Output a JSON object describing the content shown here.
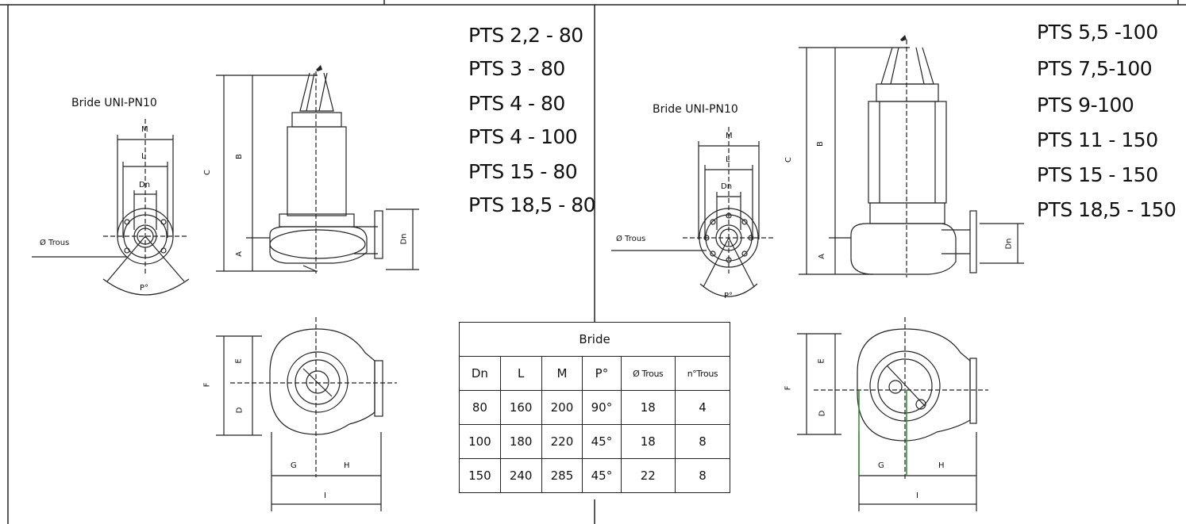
{
  "left_panel": {
    "flange_title": "Bride  UNI-PN10",
    "models": [
      "PTS 2,2 - 80",
      "PTS 3 - 80",
      "PTS 4 - 80",
      "PTS 4 - 100",
      "PTS 15 - 80",
      "PTS 18,5 - 80"
    ],
    "labels": {
      "m": "M",
      "l": "L",
      "dn": "Dn",
      "trous": "Ø Trous",
      "p": "P°",
      "a": "A",
      "b": "B",
      "c": "C",
      "dn_side": "Dn",
      "d": "D",
      "e": "E",
      "f": "F",
      "g": "G",
      "h": "H",
      "i": "I"
    }
  },
  "right_panel": {
    "flange_title": "Bride  UNI-PN10",
    "models": [
      "PTS 5,5 -100",
      "PTS 7,5-100",
      "PTS  9-100",
      "PTS 11 - 150",
      "PTS 15 - 150",
      "PTS 18,5 - 150"
    ],
    "labels": {
      "m": "M",
      "l": "L",
      "dn": "Dn",
      "trous": "Ø Trous",
      "p": "P°",
      "a": "A",
      "b": "B",
      "c": "C",
      "dn_side": "Dn",
      "d": "D",
      "e": "E",
      "f": "F",
      "g": "G",
      "h": "H",
      "i": "I"
    }
  },
  "bride_table": {
    "title": "Bride",
    "headers": [
      "Dn",
      "L",
      "M",
      "P°",
      "Ø Trous",
      "n°Trous"
    ],
    "rows": [
      [
        "80",
        "160",
        "200",
        "90°",
        "18",
        "4"
      ],
      [
        "100",
        "180",
        "220",
        "45°",
        "18",
        "8"
      ],
      [
        "150",
        "240",
        "285",
        "45°",
        "22",
        "8"
      ]
    ]
  }
}
